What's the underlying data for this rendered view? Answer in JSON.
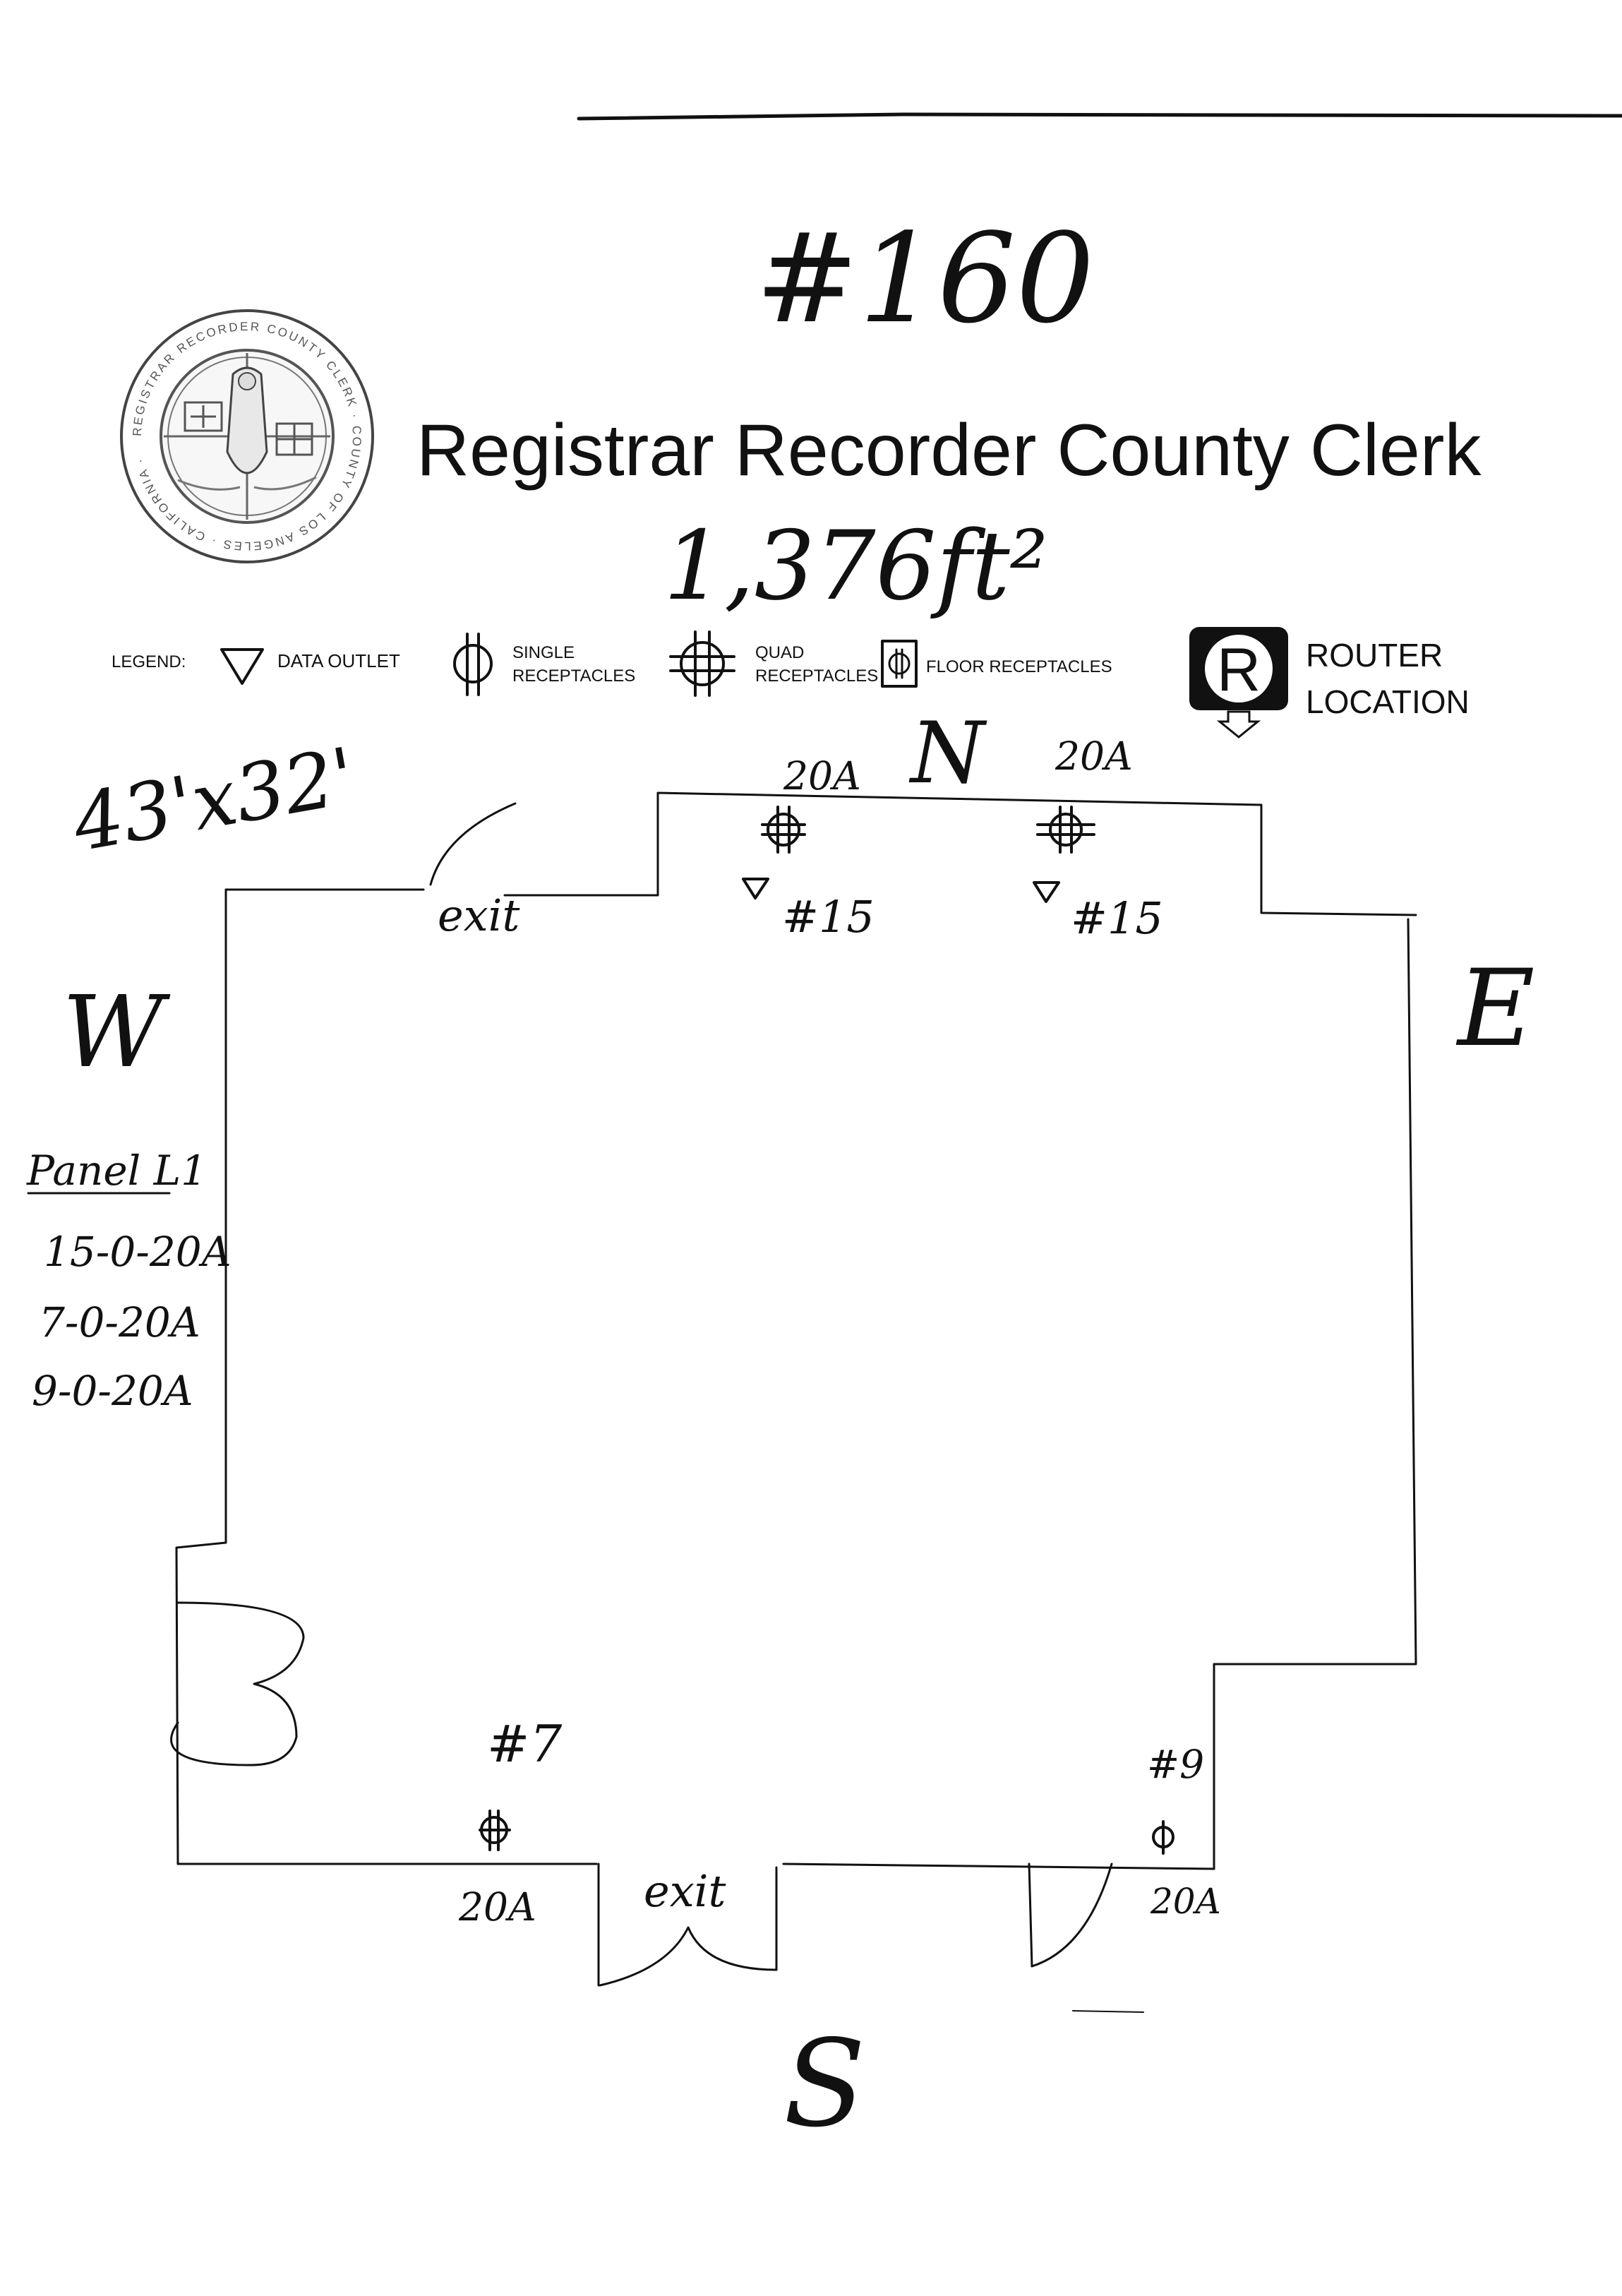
{
  "doc": {
    "sheet_number": "#160",
    "title": "Registrar Recorder County Clerk",
    "area": "1,376ft²",
    "dimensions": "43'x32'",
    "seal_text": "REGISTRAR RECORDER COUNTY CLERK · COUNTY OF LOS ANGELES · CALIFORNIA"
  },
  "legend": {
    "label": "LEGEND:",
    "data_outlet": "DATA OUTLET",
    "single_receptacles": [
      "SINGLE",
      "RECEPTACLES"
    ],
    "quad_receptacles": [
      "QUAD",
      "RECEPTACLES"
    ],
    "floor_receptacles": "FLOOR RECEPTACLES",
    "router": [
      "ROUTER",
      "LOCATION"
    ],
    "router_symbol": "R"
  },
  "compass": {
    "north": "N",
    "south": "S",
    "east": "E",
    "west": "W"
  },
  "panel": {
    "title": "Panel L1",
    "circuits": [
      "15-0-20A",
      "7-0-20A",
      "9-0-20A"
    ]
  },
  "plan": {
    "exit_north_west": "exit",
    "exit_south": "exit",
    "north_left_amp": "20A",
    "north_left_circuit": "#15",
    "north_right_amp": "20A",
    "north_right_circuit": "#15",
    "south_left_circuit": "#7",
    "south_left_amp": "20A",
    "south_right_circuit": "#9",
    "south_right_amp": "20A"
  }
}
